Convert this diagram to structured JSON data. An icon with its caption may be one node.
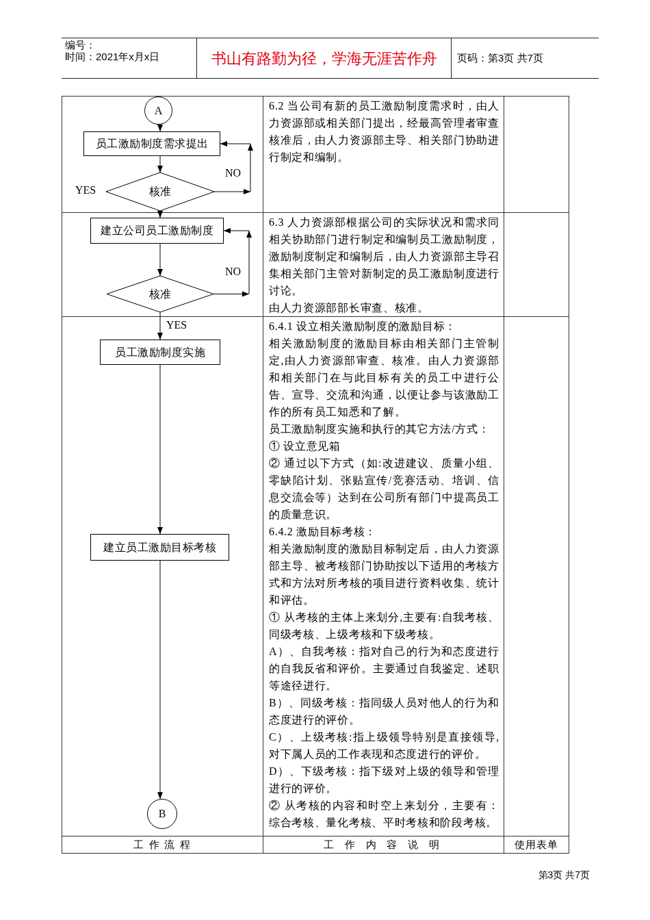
{
  "diagram": {
    "nodes": [
      {
        "text": [
          "A"
        ]
      },
      {
        "text": [
          "员工激励制度需求提出"
        ]
      },
      {
        "text": [
          "核准"
        ]
      },
      {
        "text": [
          "建立公司员工激励制度"
        ]
      },
      {
        "text": [
          "核准"
        ]
      },
      {
        "text": [
          "员工激励制度实施"
        ]
      },
      {
        "text": [
          "建立员工激励目标考核"
        ]
      },
      {
        "text": [
          "B"
        ]
      }
    ],
    "edges": [
      {
        "from": 0,
        "to": 1,
        "arrow": "to"
      },
      {
        "from": 1,
        "to": 2,
        "arrow": "to"
      },
      {
        "from": 2,
        "to": 1,
        "arrow": "to",
        "label": "NO"
      },
      {
        "from": 2,
        "to": 3,
        "arrow": "to"
      },
      {
        "from": 3,
        "to": 4,
        "arrow": "to"
      },
      {
        "from": 4,
        "to": 3,
        "arrow": "to",
        "label": "NO"
      },
      {
        "from": 4,
        "to": 5,
        "arrow": "to",
        "label": "YES"
      },
      {
        "from": 5,
        "to": 6,
        "arrow": "to"
      },
      {
        "from": 6,
        "to": 7,
        "arrow": "to"
      }
    ],
    "labels": [
      "编号：",
      "时间：2021年x月x日",
      "书山有路勤为径，学海无涯苦作舟",
      "页码：第3页 共7页",
      "6.2 当公司有新的员工激励制度需求时，由人力资源部或相关部门提出，经最高管理者审查核准后，由人力资源部主导、相关部门协助进行制定和编制。",
      "YES",
      "6.3 人力资源部根据公司的实际状况和需求同相关协助部门进行制定和编制员工激励制度，激励制度制定和编制后，由人力资源部主导召集相关部门主管对新制定的员工激励制度进行讨论。",
      "由人力资源部部长审查、核准。",
      "6.4.1 设立相关激励制度的激励目标：",
      "相关激励制度的激励目标由相关部门主管制定,由人力资源部审查、核准。由人力资源部和相关部门在与此目标有关的员工中进行公告、宣导、交流和沟通，以便让参与该激励工作的所有员工知悉和了解。",
      "员工激励制度实施和执行的其它方法/方式：",
      "① 设立意见箱",
      "② 通过以下方式（如:改进建议、质量小组、零缺陷计划、张贴宣传/竞赛活动、培训、信息交流会等）达到在公司所有部门中提高员工的质量意识。",
      "6.4.2 激励目标考核：",
      "相关激励制度的激励目标制定后，由人力资源部主导、被考核部门协助按以下适用的考核方式和方法对所考核的项目进行资料收集、统计和评估。",
      "① 从考核的主体上来划分,主要有:自我考核、同级考核、上级考核和下级考核。",
      "A）、自我考核：指对自己的行为和态度进行的自我反省和评价。主要通过自我鉴定、述职等途径进行。",
      "B）、同级考核：指同级人员对他人的行为和态度进行的评价。",
      "C）、上级考核:指上级领导特别是直接领导,对下属人员的工作表现和态度进行的评价。",
      "D）、下级考核：指下级对上级的领导和管理进行的评价。",
      "② 从考核的内容和时空上来划分，主要有：综合考核、量化考核、平时考核和阶段考核。",
      "工 作 流 程",
      "工 作 内 容 说 明",
      "使用表单",
      "第3页 共7页"
    ]
  }
}
